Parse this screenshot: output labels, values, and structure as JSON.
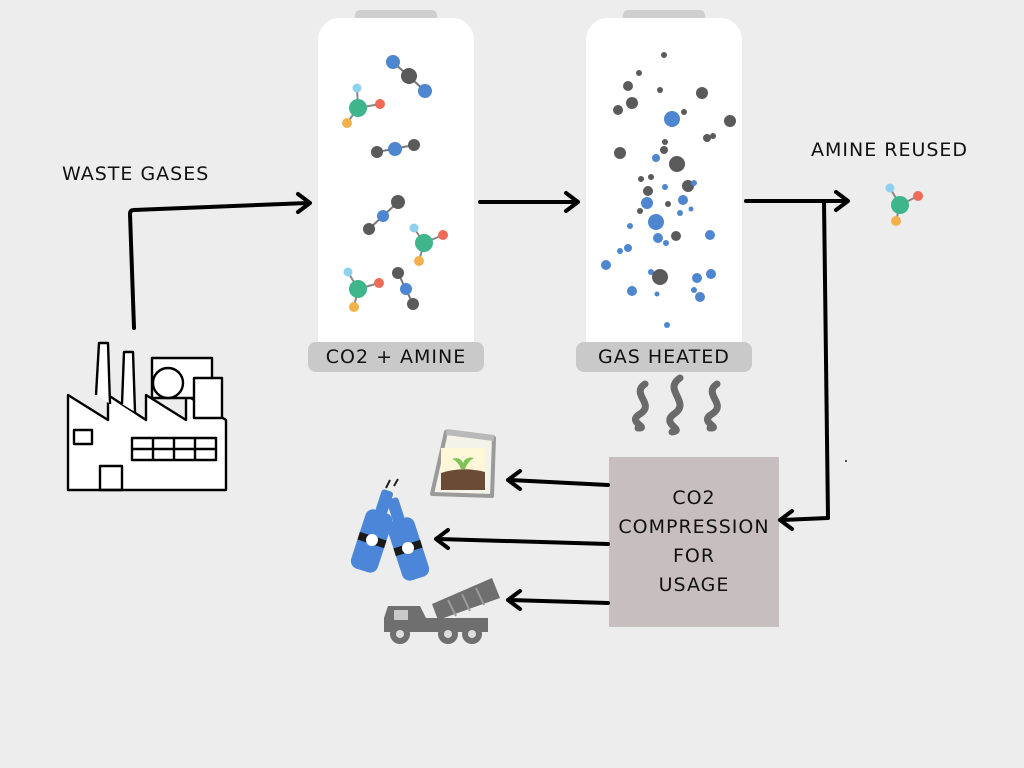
{
  "labels": {
    "waste_gases": "WASTE GASES",
    "amine_reused": "AMINE REUSED",
    "vessel_1": "CO2 + AMINE",
    "vessel_2": "GAS HEATED",
    "compression": "CO2\nCOMPRESSION\nFOR\nUSAGE"
  },
  "colors": {
    "background": "#ededed",
    "vessel": "#ffffff",
    "tag": "#c9c9c9",
    "compression_box": "#c7bfbf",
    "molecule_blue": "#4f86d0",
    "molecule_grey": "#5a5a5a",
    "molecule_green": "#3fb58b",
    "molecule_orange": "#f4b04a",
    "molecule_red": "#f06a55",
    "molecule_lightblue": "#8fd0ee"
  },
  "icons": [
    "factory-icon",
    "heat-waves-icon",
    "soil-bag-icon",
    "soda-bottles-icon",
    "cement-truck-icon"
  ]
}
